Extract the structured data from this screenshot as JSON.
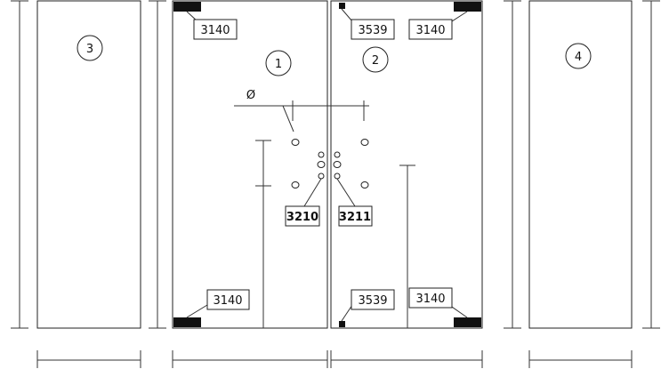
{
  "panels": {
    "p1": "1",
    "p2": "2",
    "p3": "3",
    "p4": "4"
  },
  "callouts": {
    "tl": "3140",
    "bl": "3140",
    "tm": "3539",
    "bm": "3539",
    "tr": "3140",
    "br": "3140",
    "handle_left": "3210",
    "handle_right": "3211"
  },
  "symbols": {
    "diameter": "Ø"
  }
}
